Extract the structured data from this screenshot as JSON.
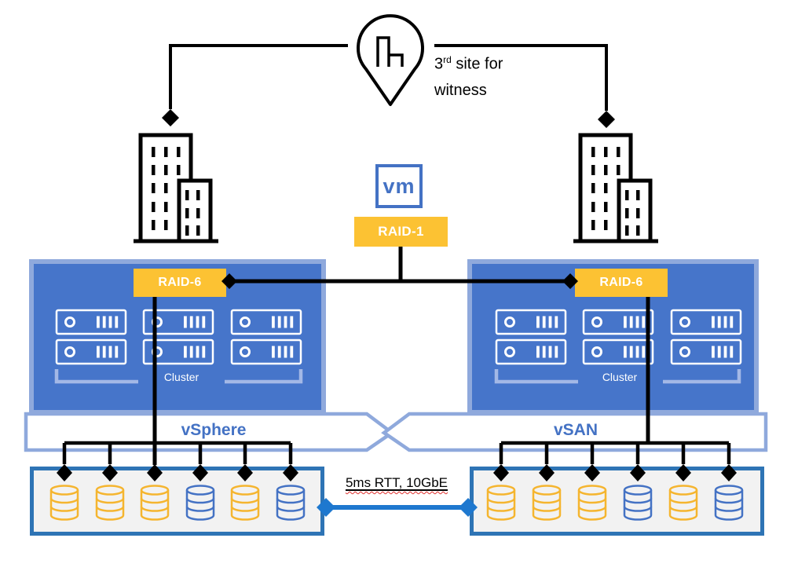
{
  "colors": {
    "cluster_fill": "#4675ca",
    "cluster_border": "#8fa9dc",
    "banner_border": "#8fa9dc",
    "banner_text": "#4472c4",
    "raid_fill": "#fcc233",
    "raid_text": "#ffffff",
    "vm_blue": "#4472c4",
    "bottom_border": "#2e74b5",
    "bottom_fill": "#f2f2f2",
    "link_blue": "#1e78cf",
    "disk_yellow": "#f5b52f",
    "disk_blue": "#4472c4",
    "line_black": "#000000",
    "bracket": "#a3b8e6",
    "server_stroke": "#ffffff",
    "spellcheck_red": "#e0302d"
  },
  "icons": {
    "witness": "location-pin-with-building",
    "site": "office-building",
    "host": "server-node",
    "storage": "disk-cylinder"
  },
  "witness": {
    "num": "3",
    "sup": "rd",
    "rest": " site for",
    "line2": "witness"
  },
  "vm": {
    "label": "vm"
  },
  "raid1": {
    "label": "RAID-1"
  },
  "link": {
    "label": "5ms RTT, 10GbE"
  },
  "sites": [
    {
      "raid6": "RAID-6",
      "cluster": "Cluster",
      "banner": "vSphere",
      "servers": 6,
      "disks": [
        "yellow",
        "yellow",
        "yellow",
        "blue",
        "yellow",
        "blue"
      ]
    },
    {
      "raid6": "RAID-6",
      "cluster": "Cluster",
      "banner": "vSAN",
      "servers": 6,
      "disks": [
        "yellow",
        "yellow",
        "yellow",
        "blue",
        "yellow",
        "blue"
      ]
    }
  ]
}
